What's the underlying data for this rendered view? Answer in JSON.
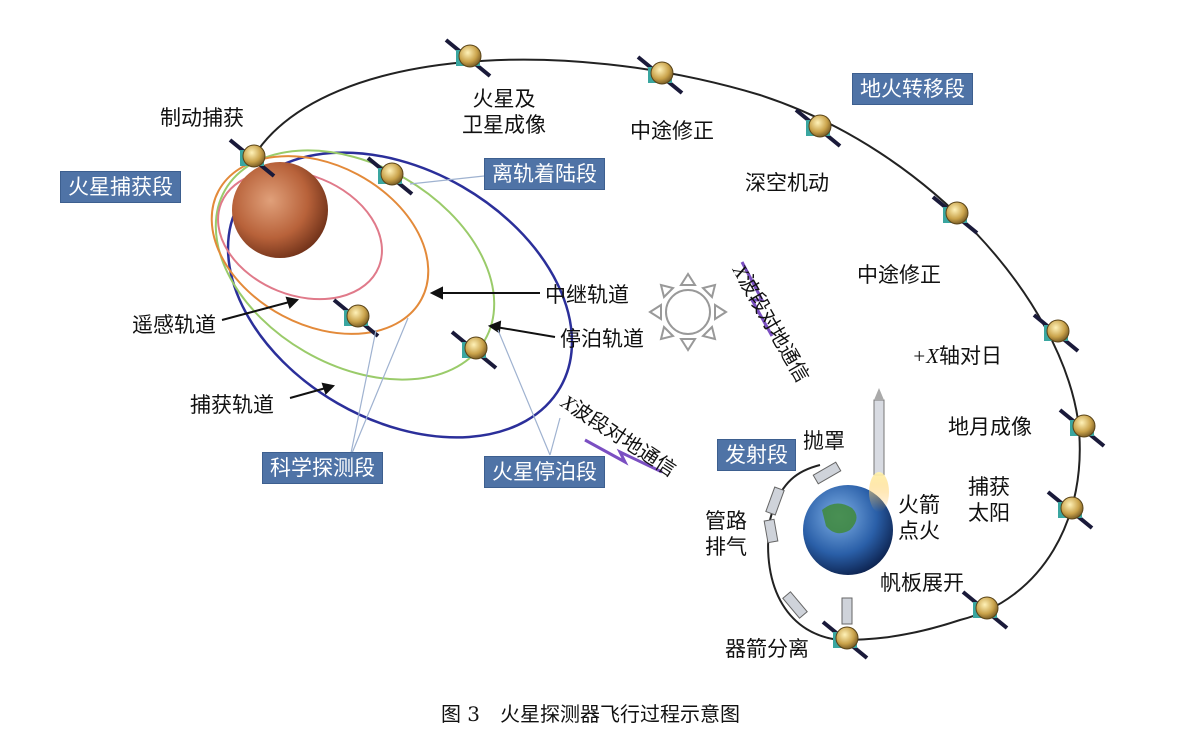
{
  "caption": "图 3　火星探测器飞行过程示意图",
  "colors": {
    "phase_box": "#4f73a6",
    "transfer_orbit": "#222222",
    "capture_orbit": "#2b2f9a",
    "parking_orbit": "#9acb6a",
    "relay_orbit": "#e38a3a",
    "remote_orbit": "#e07a8a",
    "mars": "#c46a3a",
    "earth": "#2a5fa8",
    "comm_bolt": "#7b4fc2"
  },
  "phases": {
    "mars_capture": "火星捕获段",
    "deorbit_landing": "离轨着陆段",
    "earth_mars_transfer": "地火转移段",
    "launch": "发射段",
    "science": "科学探测段",
    "mars_parking": "火星停泊段"
  },
  "labels": {
    "brake_capture": "制动捕获",
    "mars_satellite_imaging_1": "火星及",
    "mars_satellite_imaging_2": "卫星成像",
    "midcourse_1": "中途修正",
    "deep_space_maneuver": "深空机动",
    "midcourse_2": "中途修正",
    "x_axis_sun_prefix": "+X",
    "x_axis_sun_suffix": "轴对日",
    "earth_moon_imaging": "地月成像",
    "capture_sun_1": "捕获",
    "capture_sun_2": "太阳",
    "panel_deploy": "帆板展开",
    "separation": "器箭分离",
    "pipe_vent_1": "管路",
    "pipe_vent_2": "排气",
    "fairing_jettison": "抛罩",
    "ignition_1": "火箭",
    "ignition_2": "点火",
    "relay_orbit": "中继轨道",
    "parking_orbit": "停泊轨道",
    "remote_orbit": "遥感轨道",
    "capture_orbit": "捕获轨道",
    "comm_1_x": "X",
    "comm_1_text": "波段对地通信",
    "comm_2_x": "X",
    "comm_2_text": "波段对地通信"
  },
  "icons": {
    "sun": "sun-icon",
    "mars": "mars-planet",
    "earth": "earth-planet",
    "probe": "probe-icon",
    "rocket": "rocket-icon"
  }
}
